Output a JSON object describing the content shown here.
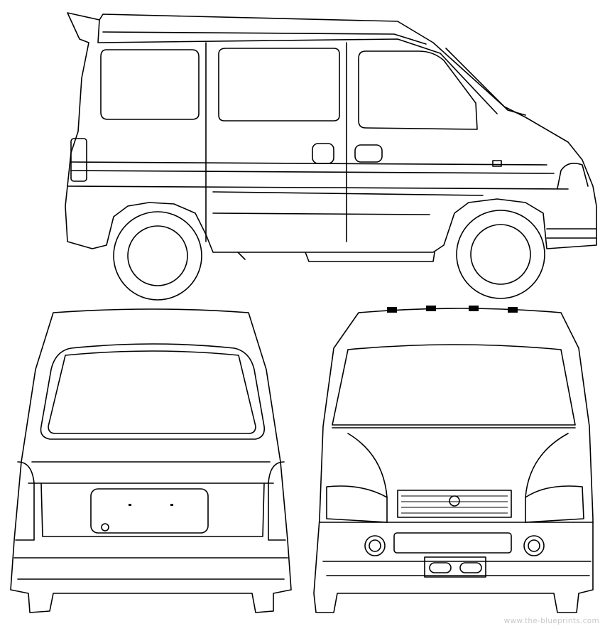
{
  "watermark": "www.the-blueprints.com",
  "views": [
    "side",
    "rear",
    "front"
  ]
}
